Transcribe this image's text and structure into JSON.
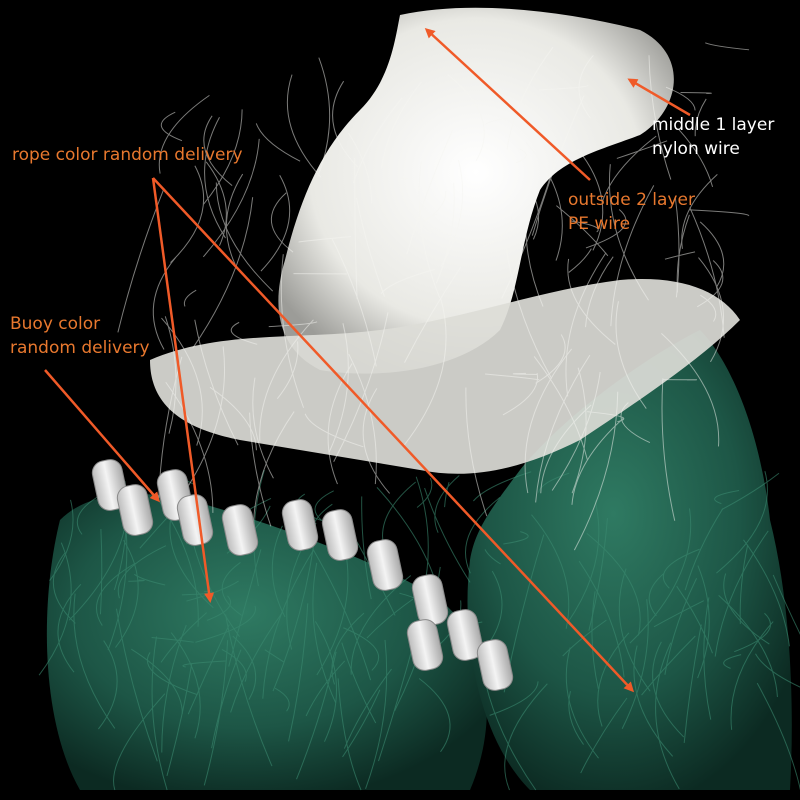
{
  "colors": {
    "background": "#000000",
    "annotation_orange": "#e8782e",
    "annotation_white": "#ffffff",
    "arrow": "#f05a28",
    "net_white": "#eeeeea",
    "net_green": "#1f5a48",
    "buoy": "#e6e6e6"
  },
  "annotations": {
    "rope": {
      "text": "rope color random delivery"
    },
    "buoy": {
      "line1": "Buoy color",
      "line2": "random delivery"
    },
    "outside": {
      "line1": "outside 2 layer",
      "line2": "PE wire"
    },
    "middle": {
      "line1": "middle 1 layer",
      "line2": "nylon wire"
    }
  }
}
